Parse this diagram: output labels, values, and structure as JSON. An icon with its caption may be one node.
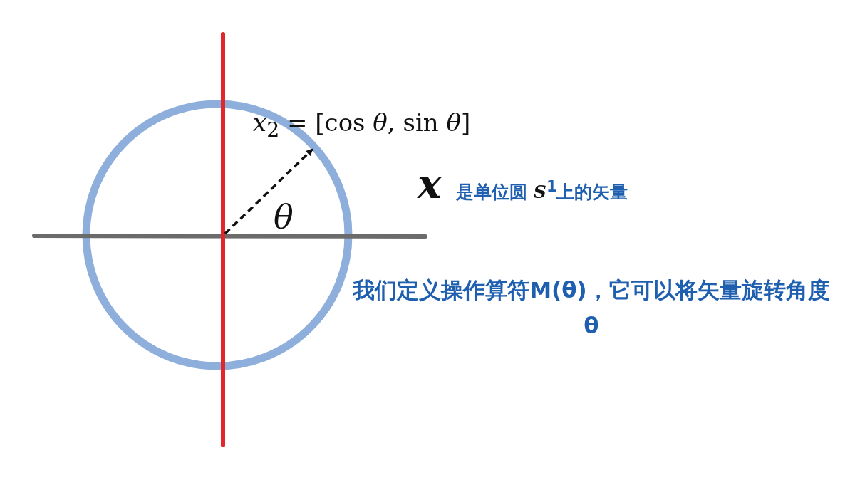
{
  "diagram": {
    "labels": [
      "*x*$_{2}$ = [cos *θ*, sin *θ*]",
      "*θ*",
      "*x* 是单位圆 *S*$^{1}$上的矢量",
      "我们定义操作算符M(θ)，它可以将矢量旋转角度θ"
    ]
  }
}
